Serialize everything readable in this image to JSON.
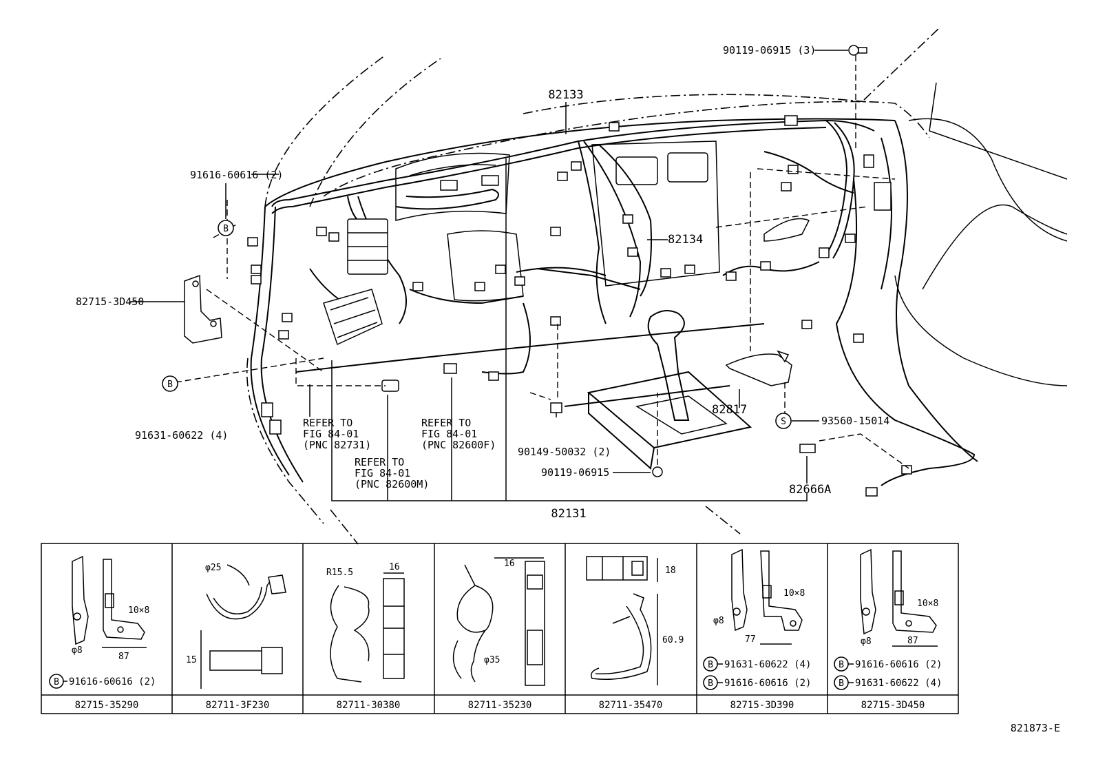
{
  "callouts": {
    "p82133": "82133",
    "p82134": "82134",
    "p82131": "82131",
    "p82817": "82817",
    "p82666A": "82666A",
    "bolt_top": "90119-06915 (3)",
    "bolt_bottom": "90119-06915",
    "screw_90149": "90149-50032 (2)",
    "clip_93560": "93560-15014",
    "bolt_91616": "91616-60616 (2)",
    "bolt_91631": "91631-60622 (4)",
    "bracket_82715": "82715-3D450",
    "refer_a": [
      "REFER TO",
      "FIG 84-01",
      "(PNC 82731)"
    ],
    "refer_b": [
      "REFER TO",
      "FIG 84-01",
      "(PNC 82600F)"
    ],
    "refer_c": [
      "REFER TO",
      "FIG 84-01",
      "(PNC 82600M)"
    ]
  },
  "markers": {
    "b": "B",
    "s": "S"
  },
  "detail_table": {
    "cells": [
      {
        "part_number": "82715-35290",
        "dims": [
          "10×8",
          "φ8",
          "87"
        ],
        "notes": [
          {
            "marker": "B",
            "text": "91616-60616 (2)"
          }
        ]
      },
      {
        "part_number": "82711-3F230",
        "dims": [
          "φ25",
          "15"
        ],
        "notes": []
      },
      {
        "part_number": "82711-30380",
        "dims": [
          "R15.5",
          "16"
        ],
        "notes": []
      },
      {
        "part_number": "82711-35230",
        "dims": [
          "16",
          "φ35"
        ],
        "notes": []
      },
      {
        "part_number": "82711-35470",
        "dims": [
          "18",
          "60.9"
        ],
        "notes": []
      },
      {
        "part_number": "82715-3D390",
        "dims": [
          "10×8",
          "φ8",
          "77"
        ],
        "notes": [
          {
            "marker": "B",
            "text": "91631-60622 (4)"
          },
          {
            "marker": "B",
            "text": "91616-60616 (2)"
          }
        ]
      },
      {
        "part_number": "82715-3D450",
        "dims": [
          "10×8",
          "φ8",
          "87"
        ],
        "notes": [
          {
            "marker": "B",
            "text": "91616-60616 (2)"
          },
          {
            "marker": "B",
            "text": "91631-60622 (4)"
          }
        ]
      }
    ]
  },
  "figure_id": "821873-E"
}
